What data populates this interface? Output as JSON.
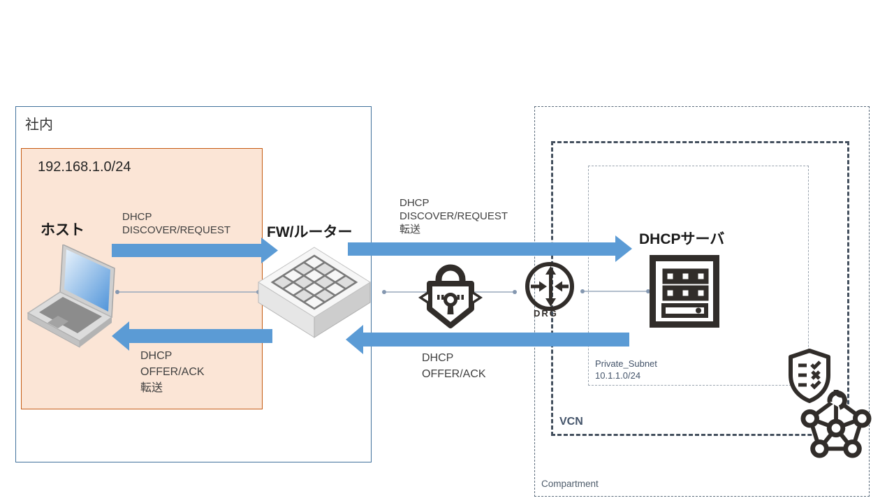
{
  "onprem": {
    "box_label": "社内",
    "subnet_cidr": "192.168.1.0/24",
    "host_label": "ホスト",
    "fw_label": "FW/ルーター"
  },
  "cloud": {
    "compartment_label": "Compartment",
    "vcn_label": "VCN",
    "subnet_label": "Private_Subnet",
    "subnet_cidr": "10.1.1.0/24",
    "drg_label": "DRG",
    "server_label": "DHCPサーバ"
  },
  "flows": {
    "discover": {
      "l1": "DHCP",
      "l2": "DISCOVER/REQUEST"
    },
    "discover_fwd": {
      "l1": "DHCP",
      "l2": "DISCOVER/REQUEST",
      "l3": "転送"
    },
    "offer": {
      "l1": "DHCP",
      "l2": "OFFER/ACK"
    },
    "offer_fwd": {
      "l1": "DHCP",
      "l2": "OFFER/ACK",
      "l3": "転送"
    }
  },
  "icons": {
    "host": "laptop-icon",
    "fw": "network-switch-icon",
    "vpn": "ipsec-vpn-lock-icon",
    "drg": "drg-router-icon",
    "server": "dhcp-server-icon",
    "security": "security-list-shield-icon",
    "vcn": "vcn-network-icon"
  },
  "colors": {
    "arrow": "#5B9BD5",
    "onprem_border": "#41719C",
    "onprem_subnet_fill": "#FBE5D6",
    "onprem_subnet_border": "#C55A11",
    "dashed_border": "#44505E",
    "slate_text": "#44546A",
    "icon_ink": "#312D2A",
    "connector": "#8497B0"
  }
}
